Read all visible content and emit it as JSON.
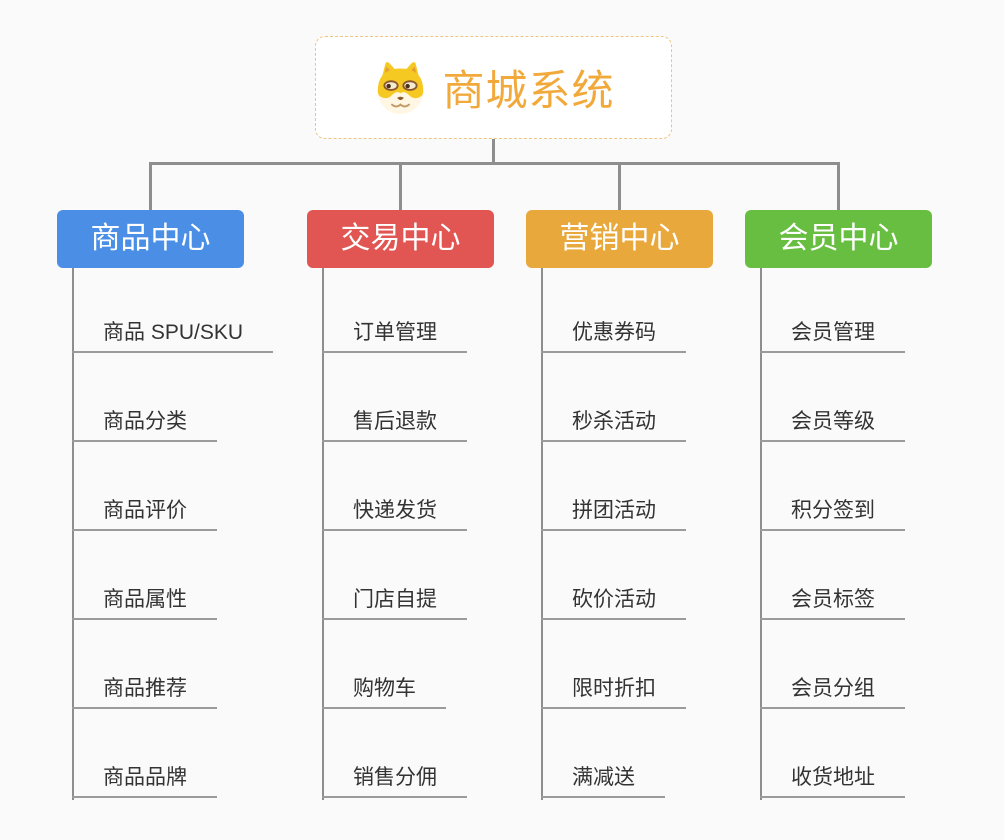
{
  "root": {
    "title": "商城系统",
    "icon": "doge-dog-face"
  },
  "branches": [
    {
      "label": "商品中心",
      "color": "#4a8ee6",
      "items": [
        "商品 SPU/SKU",
        "商品分类",
        "商品评价",
        "商品属性",
        "商品推荐",
        "商品品牌"
      ]
    },
    {
      "label": "交易中心",
      "color": "#e15552",
      "items": [
        "订单管理",
        "售后退款",
        "快递发货",
        "门店自提",
        "购物车",
        "销售分佣"
      ]
    },
    {
      "label": "营销中心",
      "color": "#e9a83b",
      "items": [
        "优惠券码",
        "秒杀活动",
        "拼团活动",
        "砍价活动",
        "限时折扣",
        "满减送"
      ]
    },
    {
      "label": "会员中心",
      "color": "#68be41",
      "items": [
        "会员管理",
        "会员等级",
        "积分签到",
        "会员标签",
        "会员分组",
        "收货地址"
      ]
    }
  ],
  "colors": {
    "background": "#fafafa",
    "connector": "#8e8e8e",
    "leaf_underline": "#9b9b9b",
    "leaf_text": "#333333",
    "root_title": "#f2a93b",
    "root_border": "#f0c47e"
  }
}
